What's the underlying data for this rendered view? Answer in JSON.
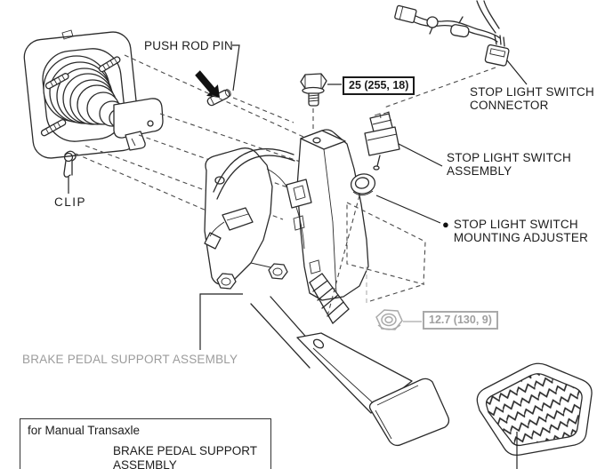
{
  "diagram_type": "exploded parts diagram - brake pedal",
  "labels": {
    "push_rod_pin": "PUSH ROD PIN",
    "clip": "CLIP",
    "stop_light_switch_connector": "STOP LIGHT SWITCH\nCONNECTOR",
    "stop_light_switch_assembly": "STOP LIGHT SWITCH\nASSEMBLY",
    "stop_light_switch_mounting_adjuster": "STOP LIGHT SWITCH\nMOUNTING ADJUSTER",
    "brake_pedal_support_assembly": "BRAKE PEDAL SUPPORT ASSEMBLY"
  },
  "torque_specs": {
    "switch_bolt": "25 (255, 18)",
    "pedal_nut": "12.7 (130, 9)"
  },
  "icons": {
    "non_reusable_marker": "●"
  },
  "note_box": {
    "header": "for Manual Transaxle",
    "label": "BRAKE PEDAL SUPPORT\nASSEMBLY"
  },
  "colors": {
    "line": "#2b2b2b",
    "muted_line": "#a9a9a9",
    "muted_text": "#9c9c9c",
    "text": "#1c1c1c",
    "background": "#ffffff"
  }
}
